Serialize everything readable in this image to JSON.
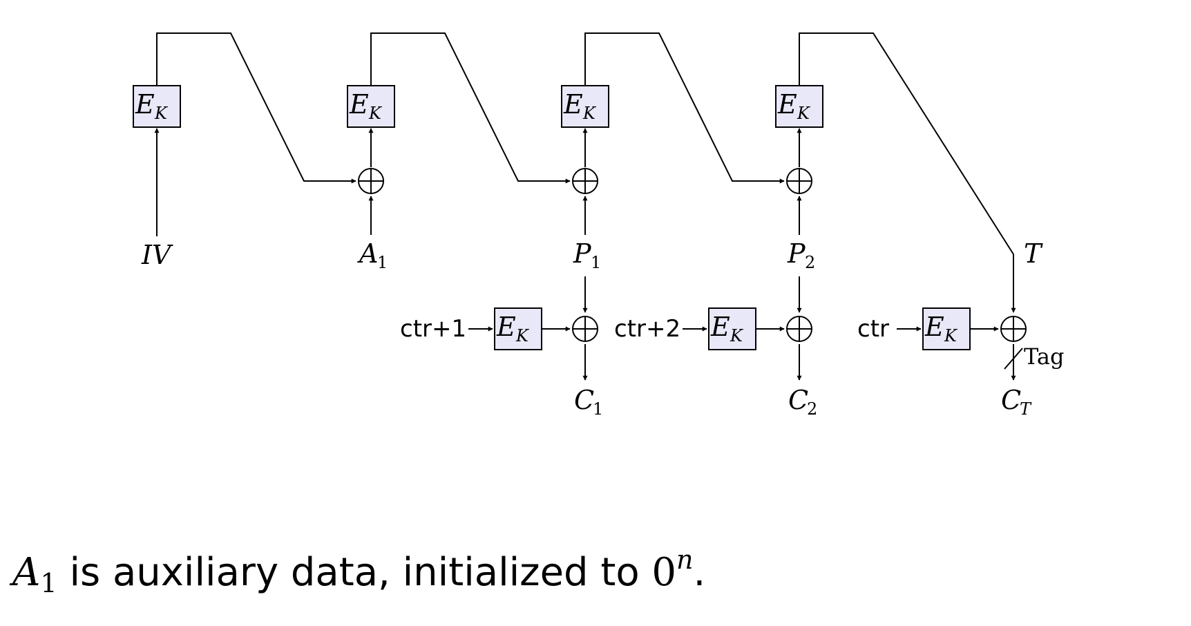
{
  "diagram": {
    "block_label": "E",
    "block_sub": "K",
    "inputs": [
      {
        "main": "IV",
        "sub": ""
      },
      {
        "main": "A",
        "sub": "1"
      },
      {
        "main": "P",
        "sub": "1"
      },
      {
        "main": "P",
        "sub": "2"
      },
      {
        "main": "T",
        "sub": ""
      }
    ],
    "counters": [
      "ctr+1",
      "ctr+2",
      "ctr "
    ],
    "outputs": [
      {
        "main": "C",
        "sub": "1",
        "sub_italic": false
      },
      {
        "main": "C",
        "sub": "2",
        "sub_italic": false
      },
      {
        "main": "C",
        "sub": "T",
        "sub_italic": true
      }
    ],
    "tag_label": "Tag"
  },
  "caption": {
    "var_main": "A",
    "var_sub": "1",
    "text": " is auxiliary data, initialized to ",
    "zero": "0",
    "exp": "n",
    "end": "."
  }
}
